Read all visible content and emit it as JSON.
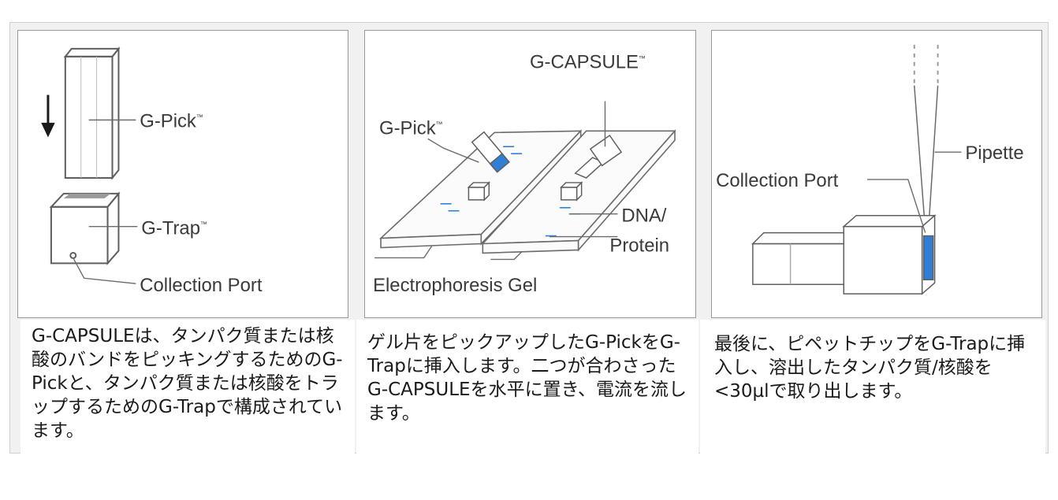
{
  "panels": [
    {
      "labels": {
        "pick": "G-Pick",
        "trap": "G-Trap",
        "port": "Collection Port",
        "tm": "™"
      },
      "caption": "G-CAPSULEは、タンパク質または核酸のバンドをピッキングするためのG-Pickと、タンパク質または核酸をトラップするためのG-Trapで構成されています。"
    },
    {
      "labels": {
        "capsule": "G-CAPSULE",
        "pick": "G-Pick",
        "dna": "DNA/",
        "protein": "Protein",
        "gel": "Electrophoresis Gel",
        "tm": "™"
      },
      "caption": "ゲル片をピックアップしたG-PickをG-Trapに挿入します。二つが合わさったG-CAPSULEを水平に置き、電流を流します。"
    },
    {
      "labels": {
        "pipette": "Pipette",
        "port": "Collection Port"
      },
      "caption": "最後に、ピペットチップをG-Trapに挿入し、溶出したタンパク質/核酸を<30µlで取り出します。"
    }
  ],
  "colors": {
    "accent_blue": "#2f7fd6",
    "line_gray": "#6b6b6b",
    "panel_border": "#9a9a9a"
  }
}
